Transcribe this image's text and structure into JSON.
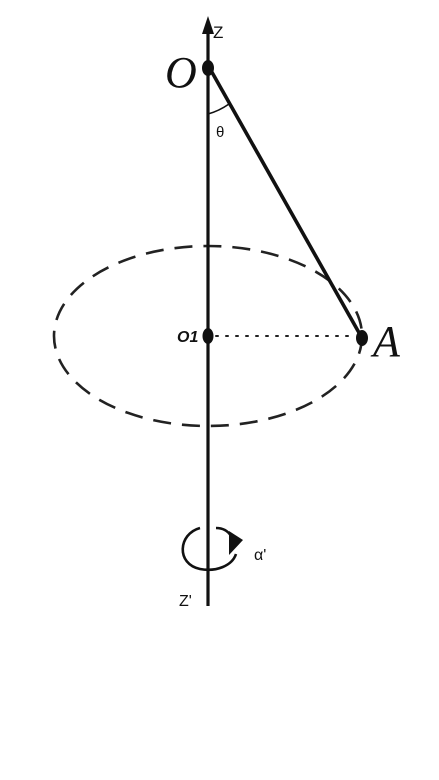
{
  "labels": {
    "z_top": "Z",
    "z_bottom": "Z'",
    "origin": "O",
    "center": "O1",
    "point_a": "A",
    "angle_theta": "θ",
    "angular_accel": "α'"
  },
  "colors": {
    "ink": "#111111",
    "background": "#ffffff"
  },
  "icons": {
    "rotation": "rotation-arrow-icon"
  }
}
